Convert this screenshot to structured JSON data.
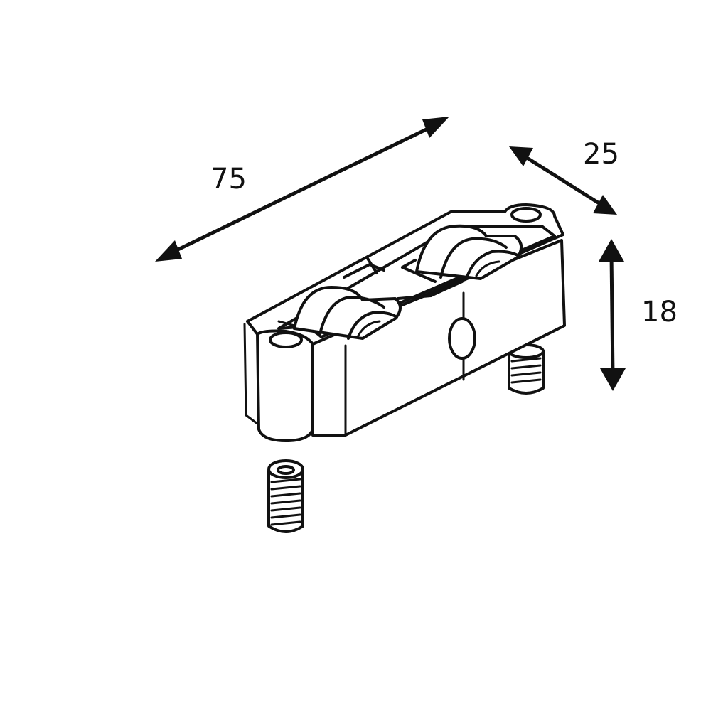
{
  "dimensions": {
    "length": "75",
    "width": "25",
    "height": "18"
  },
  "colors": {
    "line": "#111111",
    "background": "#ffffff"
  }
}
